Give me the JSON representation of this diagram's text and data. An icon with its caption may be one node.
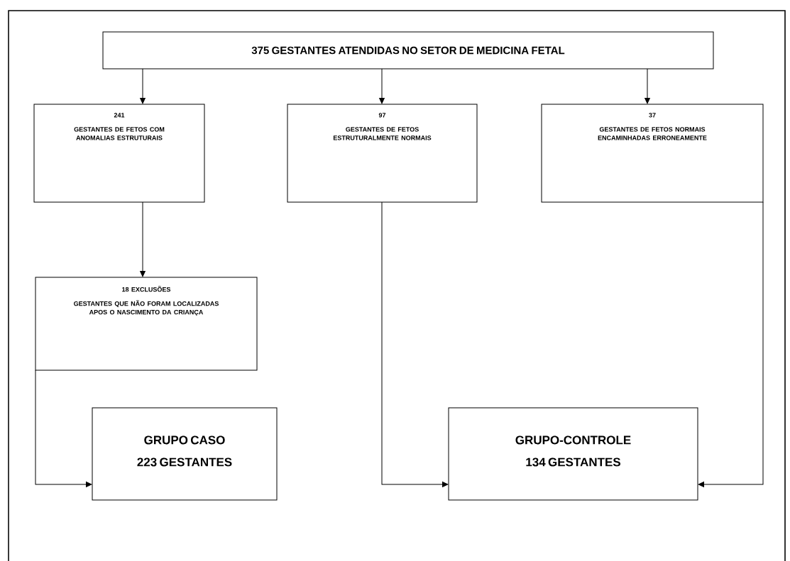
{
  "diagram": {
    "nodes": [
      {
        "text": [
          "375 GESTANTES ATENDIDAS NO SETOR DE MEDICINA FETAL"
        ]
      },
      {
        "text": [
          "241",
          "GESTANTES DE FETOS COM ANOMALIAS ESTRUTURAIS"
        ]
      },
      {
        "text": [
          "97",
          "GESTANTES DE FETOS ESTRUTURALMENTE NORMAIS"
        ]
      },
      {
        "text": [
          "37",
          "GESTANTES DE FETOS NORMAIS ENCAMINHADAS ERRONEAMENTE"
        ]
      },
      {
        "text": [
          "18 EXCLUSÕES",
          "GESTANTES QUE NÃO FORAM LOCALIZADAS APOS O NASCIMENTO DA CRIANÇA"
        ]
      },
      {
        "text": [
          "GRUPO CASO",
          "223 GESTANTES"
        ]
      },
      {
        "text": [
          "GRUPO-CONTROLE",
          "134 GESTANTES"
        ]
      }
    ],
    "edges": [
      {
        "from": 0,
        "to": 1,
        "arrow": "to"
      },
      {
        "from": 0,
        "to": 2,
        "arrow": "to"
      },
      {
        "from": 0,
        "to": 3,
        "arrow": "to"
      },
      {
        "from": 1,
        "to": 4,
        "arrow": "to"
      },
      {
        "from": 4,
        "to": 5,
        "arrow": "to"
      },
      {
        "from": 2,
        "to": 6,
        "arrow": "to"
      },
      {
        "from": 3,
        "to": 6,
        "arrow": "to"
      }
    ]
  }
}
